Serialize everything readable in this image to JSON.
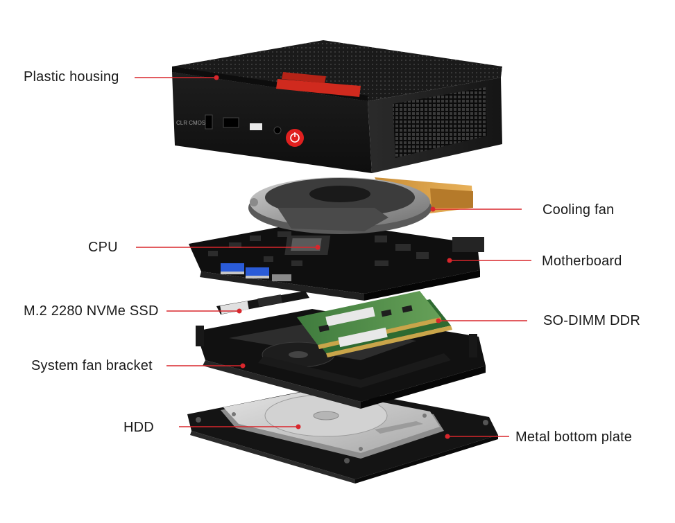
{
  "labels": {
    "plastic_housing": "Plastic housing",
    "cooling_fan": "Cooling fan",
    "cpu": "CPU",
    "motherboard": "Motherboard",
    "ssd": "M.2 2280 NVMe SSD",
    "so_dimm": "SO-DIMM DDR",
    "fan_bracket": "System fan bracket",
    "hdd": "HDD",
    "bottom_plate": "Metal bottom plate"
  },
  "device": {
    "clr_cmos": "CLR CMOS"
  },
  "colors": {
    "leader_line": "#d9262c",
    "power_button": "#e0201f",
    "housing": "#222222",
    "label_text": "#1a1a1a"
  }
}
